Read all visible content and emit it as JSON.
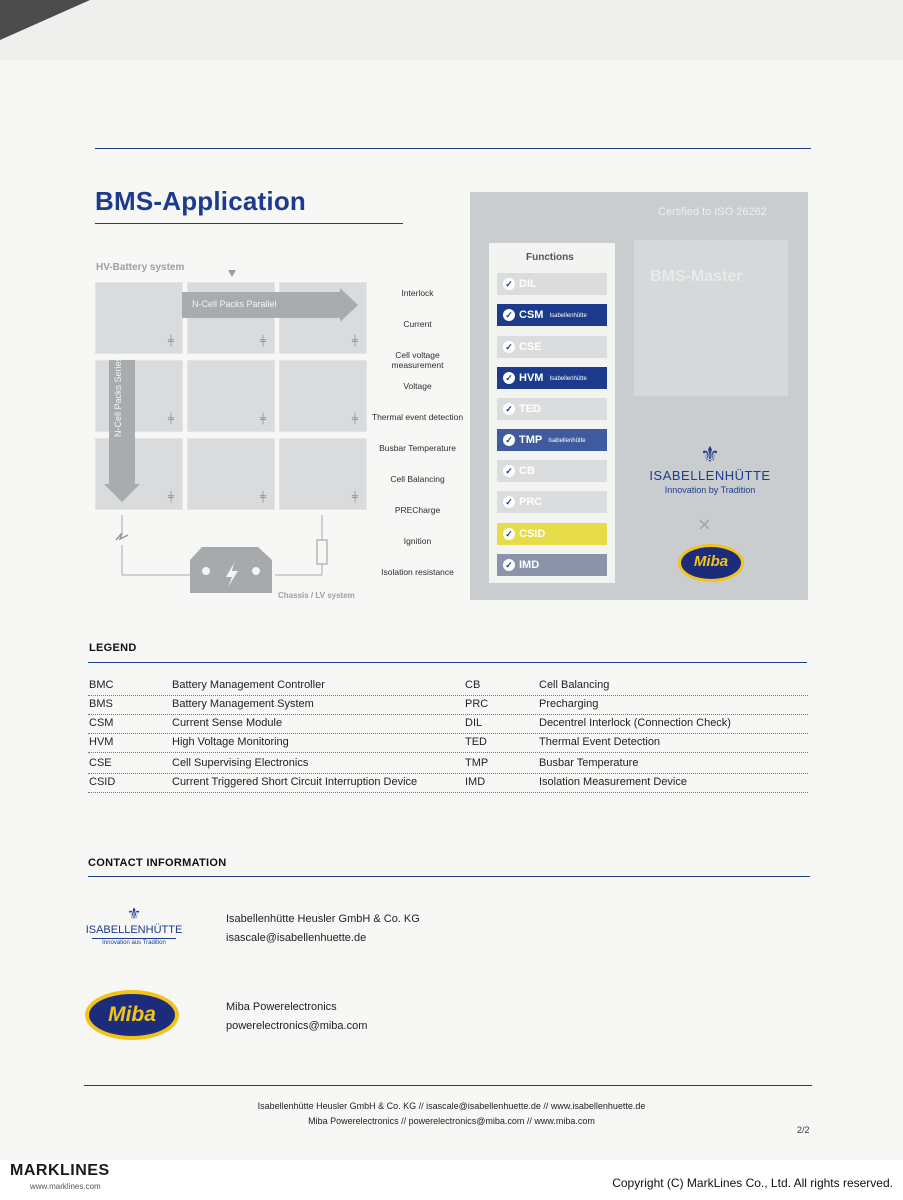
{
  "title": "BMS-Application",
  "diagram": {
    "hv_label": "HV-Battery system",
    "parallel_label": "N-Cell Packs Parallel",
    "series_label": "N-Cell Packs Series",
    "chassis_label": "Chassis / LV system",
    "functions": [
      "Interlock",
      "Current",
      "Cell voltage measurement",
      "Voltage",
      "Thermal event detection",
      "Busbar Temperature",
      "Cell Balancing",
      "PRECharge",
      "Ignition",
      "Isolation resistance"
    ],
    "panel": {
      "certified": "Certified to ISO 26262",
      "functions_title": "Functions",
      "master": "BMS-Master",
      "items": [
        {
          "name": "DIL",
          "sub": "",
          "color": "#dadcdd"
        },
        {
          "name": "CSM",
          "sub": "Isabellenhütte",
          "color": "#1c3b8c"
        },
        {
          "name": "CSE",
          "sub": "",
          "color": "#dadcdd"
        },
        {
          "name": "HVM",
          "sub": "Isabellenhütte",
          "color": "#1c3b8c"
        },
        {
          "name": "TED",
          "sub": "",
          "color": "#dadcdd"
        },
        {
          "name": "TMP",
          "sub": "Isabellenhütte",
          "color": "#3f5a9e"
        },
        {
          "name": "CB",
          "sub": "",
          "color": "#dadcdd"
        },
        {
          "name": "PRC",
          "sub": "",
          "color": "#dadcdd"
        },
        {
          "name": "CSID",
          "sub": "",
          "color": "#e6dc4a"
        },
        {
          "name": "IMD",
          "sub": "",
          "color": "#8a93a8"
        }
      ],
      "isab_name": "ISABELLENHÜTTE",
      "isab_tag": "Innovation by Tradition",
      "miba": "Miba"
    }
  },
  "legend": {
    "heading": "LEGEND",
    "rows": [
      {
        "a": "BMC",
        "b": "Battery Management Controller",
        "c": "CB",
        "d": "Cell Balancing"
      },
      {
        "a": "BMS",
        "b": "Battery Management System",
        "c": "PRC",
        "d": "Precharging"
      },
      {
        "a": "CSM",
        "b": "Current Sense Module",
        "c": "DIL",
        "d": "Decentrel Interlock (Connection Check)"
      },
      {
        "a": "HVM",
        "b": "High Voltage Monitoring",
        "c": "TED",
        "d": "Thermal Event Detection"
      },
      {
        "a": "CSE",
        "b": "Cell Supervising Electronics",
        "c": "TMP",
        "d": "Busbar Temperature"
      },
      {
        "a": "CSID",
        "b": "Current Triggered Short Circuit Interruption Device",
        "c": "IMD",
        "d": "Isolation Measurement Device"
      }
    ]
  },
  "contact": {
    "heading": "CONTACT INFORMATION",
    "isab_logo": "ISABELLENHÜTTE",
    "isab_logo_tag": "Innovation aus Tradition",
    "isab_name": "Isabellenhütte Heusler GmbH & Co. KG",
    "isab_email": "isascale@isabellenhuette.de",
    "miba_logo": "Miba",
    "miba_name": "Miba Powerelectronics",
    "miba_email": "powerelectronics@miba.com"
  },
  "footer": {
    "line1": "Isabellenhütte Heusler GmbH & Co. KG // isascale@isabellenhuette.de // www.isabellenhuette.de",
    "line2": "Miba Powerelectronics // powerelectronics@miba.com // www.miba.com",
    "page": "2/2"
  },
  "watermark": {
    "brand": "MARKLINES",
    "url": "www.marklines.com",
    "copyright": "Copyright (C) MarkLines Co., Ltd. All rights reserved."
  }
}
